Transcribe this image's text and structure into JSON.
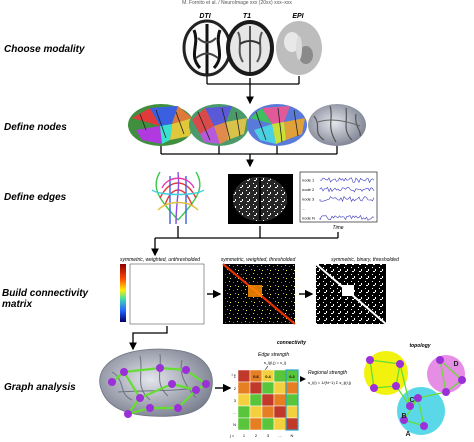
{
  "header": {
    "citation": "M. Fornito et al. / NeuroImage xxx (20xx) xxx–xxx"
  },
  "stages": {
    "modality": "Choose modality",
    "nodes": "Define nodes",
    "edges": "Define edges",
    "matrix_line1": "Build connectivity",
    "matrix_line2": "matrix",
    "analysis": "Graph analysis"
  },
  "modality_labels": [
    "DTI",
    "T1",
    "EPI"
  ],
  "timeseries": {
    "nodes": [
      "node 1",
      "node 2",
      "node 3",
      "...",
      "node N"
    ],
    "xlabel": "Time"
  },
  "matrix_titles": [
    "symmetric, weighted, unthresholded",
    "symmetric, weighted, thresholded",
    "symmetric, binary, thresholded"
  ],
  "analysis": {
    "connectivity_title": "connectivity",
    "edge_strength": "Edge strength",
    "edge_formula": "s_ij(i,j) = c_ij",
    "regional_strength": "Regional strength",
    "regional_formula": "s_i(i) = 1/(N−1) Σ s_ij(i,j)",
    "topology_title": "topology",
    "row_labels": [
      "i =",
      "1",
      "2",
      "3",
      "...",
      "N"
    ],
    "col_labels": [
      "j =",
      "1",
      "2",
      "3",
      "...",
      "N"
    ],
    "cell_values": [
      "0.6",
      "0.4",
      "0.2"
    ],
    "node_letters": [
      "A",
      "B",
      "C",
      "D"
    ]
  },
  "colors": {
    "brain_surface": "#8a8f9a",
    "arrow": "#000000",
    "node_purple": "#9b30d9",
    "edge_green": "#66dd33",
    "matrix_red": "#c0392b",
    "matrix_orange": "#e67e22",
    "matrix_yellow": "#f4d03f",
    "matrix_green": "#58c53a",
    "highlight_yellow": "#f2f20f",
    "highlight_pink": "#e68de6",
    "highlight_cyan": "#5ad8e8"
  }
}
